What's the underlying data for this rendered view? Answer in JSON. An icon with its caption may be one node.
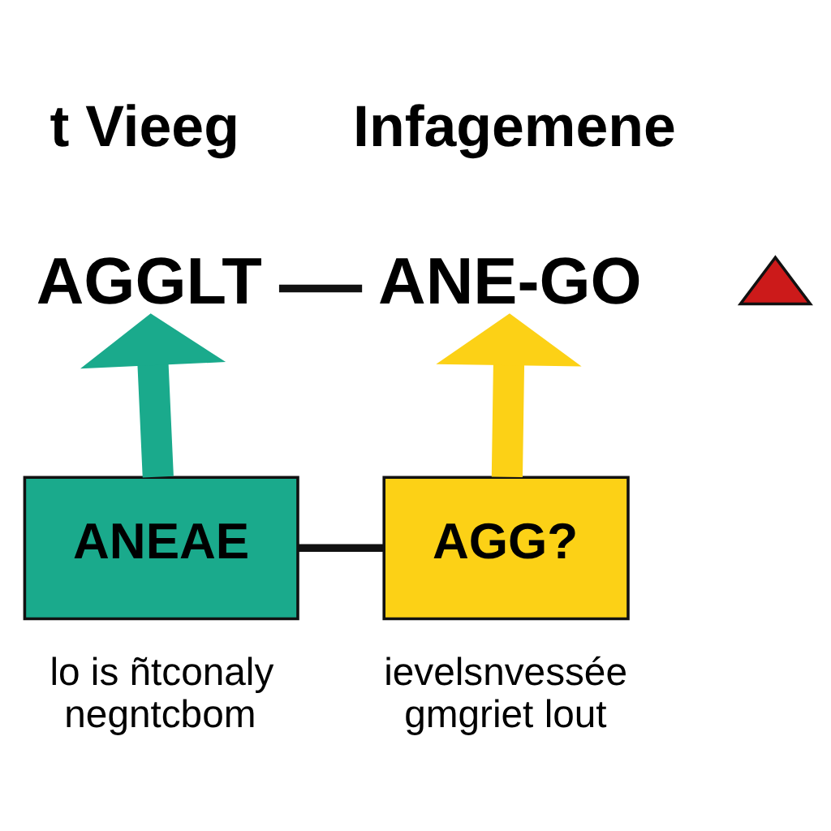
{
  "diagram": {
    "nodes": [
      {
        "text": [
          "AGGLT"
        ]
      },
      {
        "text": [
          "ANE-GO"
        ]
      },
      {
        "text": [
          "ANEAE"
        ],
        "beside": [
          "lo is ñtconaly negntcbom"
        ]
      },
      {
        "text": [
          "AGG?"
        ],
        "beside": [
          "ievelsnvessée gmgriet lout"
        ]
      },
      {
        "text": [],
        "shape": "triangle"
      }
    ],
    "edges": [
      {
        "from": 0,
        "to": 1,
        "arrow": "none"
      },
      {
        "from": 2,
        "to": 0,
        "arrow": "to",
        "style": "thick",
        "color": "#1aaa8c"
      },
      {
        "from": 3,
        "to": 1,
        "arrow": "to",
        "style": "thick",
        "color": "#fcd116"
      },
      {
        "from": 2,
        "to": 3,
        "arrow": "none"
      }
    ],
    "labels": [
      "t Vieeg",
      "Infagemene"
    ]
  }
}
